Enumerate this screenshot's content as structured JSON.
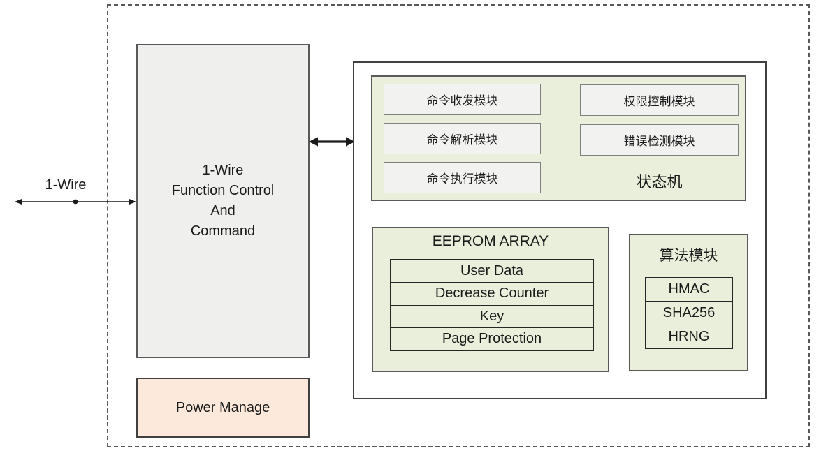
{
  "bus": {
    "label": "1-Wire"
  },
  "controller": {
    "lines": [
      "1-Wire",
      "Function Control",
      "And",
      "Command"
    ]
  },
  "power": {
    "label": "Power Manage"
  },
  "state_machine": {
    "modules_left": [
      "命令收发模块",
      "命令解析模块",
      "命令执行模块"
    ],
    "modules_right": [
      "权限控制模块",
      "错误检测模块"
    ],
    "label": "状态机"
  },
  "eeprom": {
    "title": "EEPROM ARRAY",
    "rows": [
      "User Data",
      "Decrease Counter",
      "Key",
      "Page Protection"
    ]
  },
  "algorithm": {
    "title": "算法模块",
    "rows": [
      "HMAC",
      "SHA256",
      "HRNG"
    ]
  },
  "colors": {
    "green_block": "#e9efdb",
    "gray_block": "#efefee",
    "module_block": "#f2f2f1",
    "power_block": "#fce9dc",
    "line": "#1a1a1a",
    "dashed_border": "#595959"
  }
}
